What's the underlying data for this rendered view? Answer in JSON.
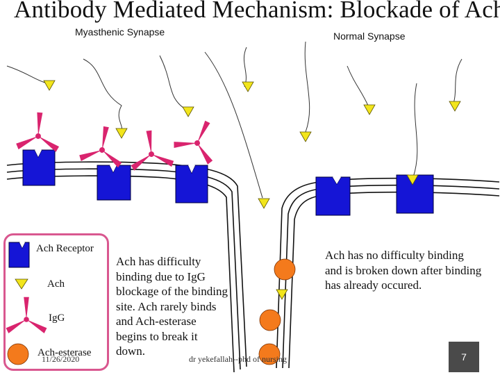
{
  "title": "Antibody Mediated Mechanism: Blockade of Ach",
  "labels": {
    "myasthenic": "Myasthenic Synapse",
    "normal": "Normal Synapse"
  },
  "legend": {
    "receptor": "Ach Receptor",
    "ach": "Ach",
    "igg": "IgG",
    "esterase": "Ach-esterase"
  },
  "descriptions": {
    "myasthenic": [
      "Ach has difficulty",
      "binding due to IgG",
      "blockage of the binding",
      "site. Ach rarely binds",
      "and Ach-esterase",
      "begins to break it",
      "down."
    ],
    "normal": [
      "Ach has no difficulty binding",
      "and is broken down after binding",
      "has already occured."
    ]
  },
  "footer": {
    "date": "11/26/2020",
    "author": "dr yekefallah--phd of nursing",
    "page": "7"
  },
  "colors": {
    "receptor": "#1515d6",
    "ach": "#f2e51c",
    "igg": "#d9246e",
    "esterase": "#f47a1c",
    "legend_border": "#d9578f"
  }
}
